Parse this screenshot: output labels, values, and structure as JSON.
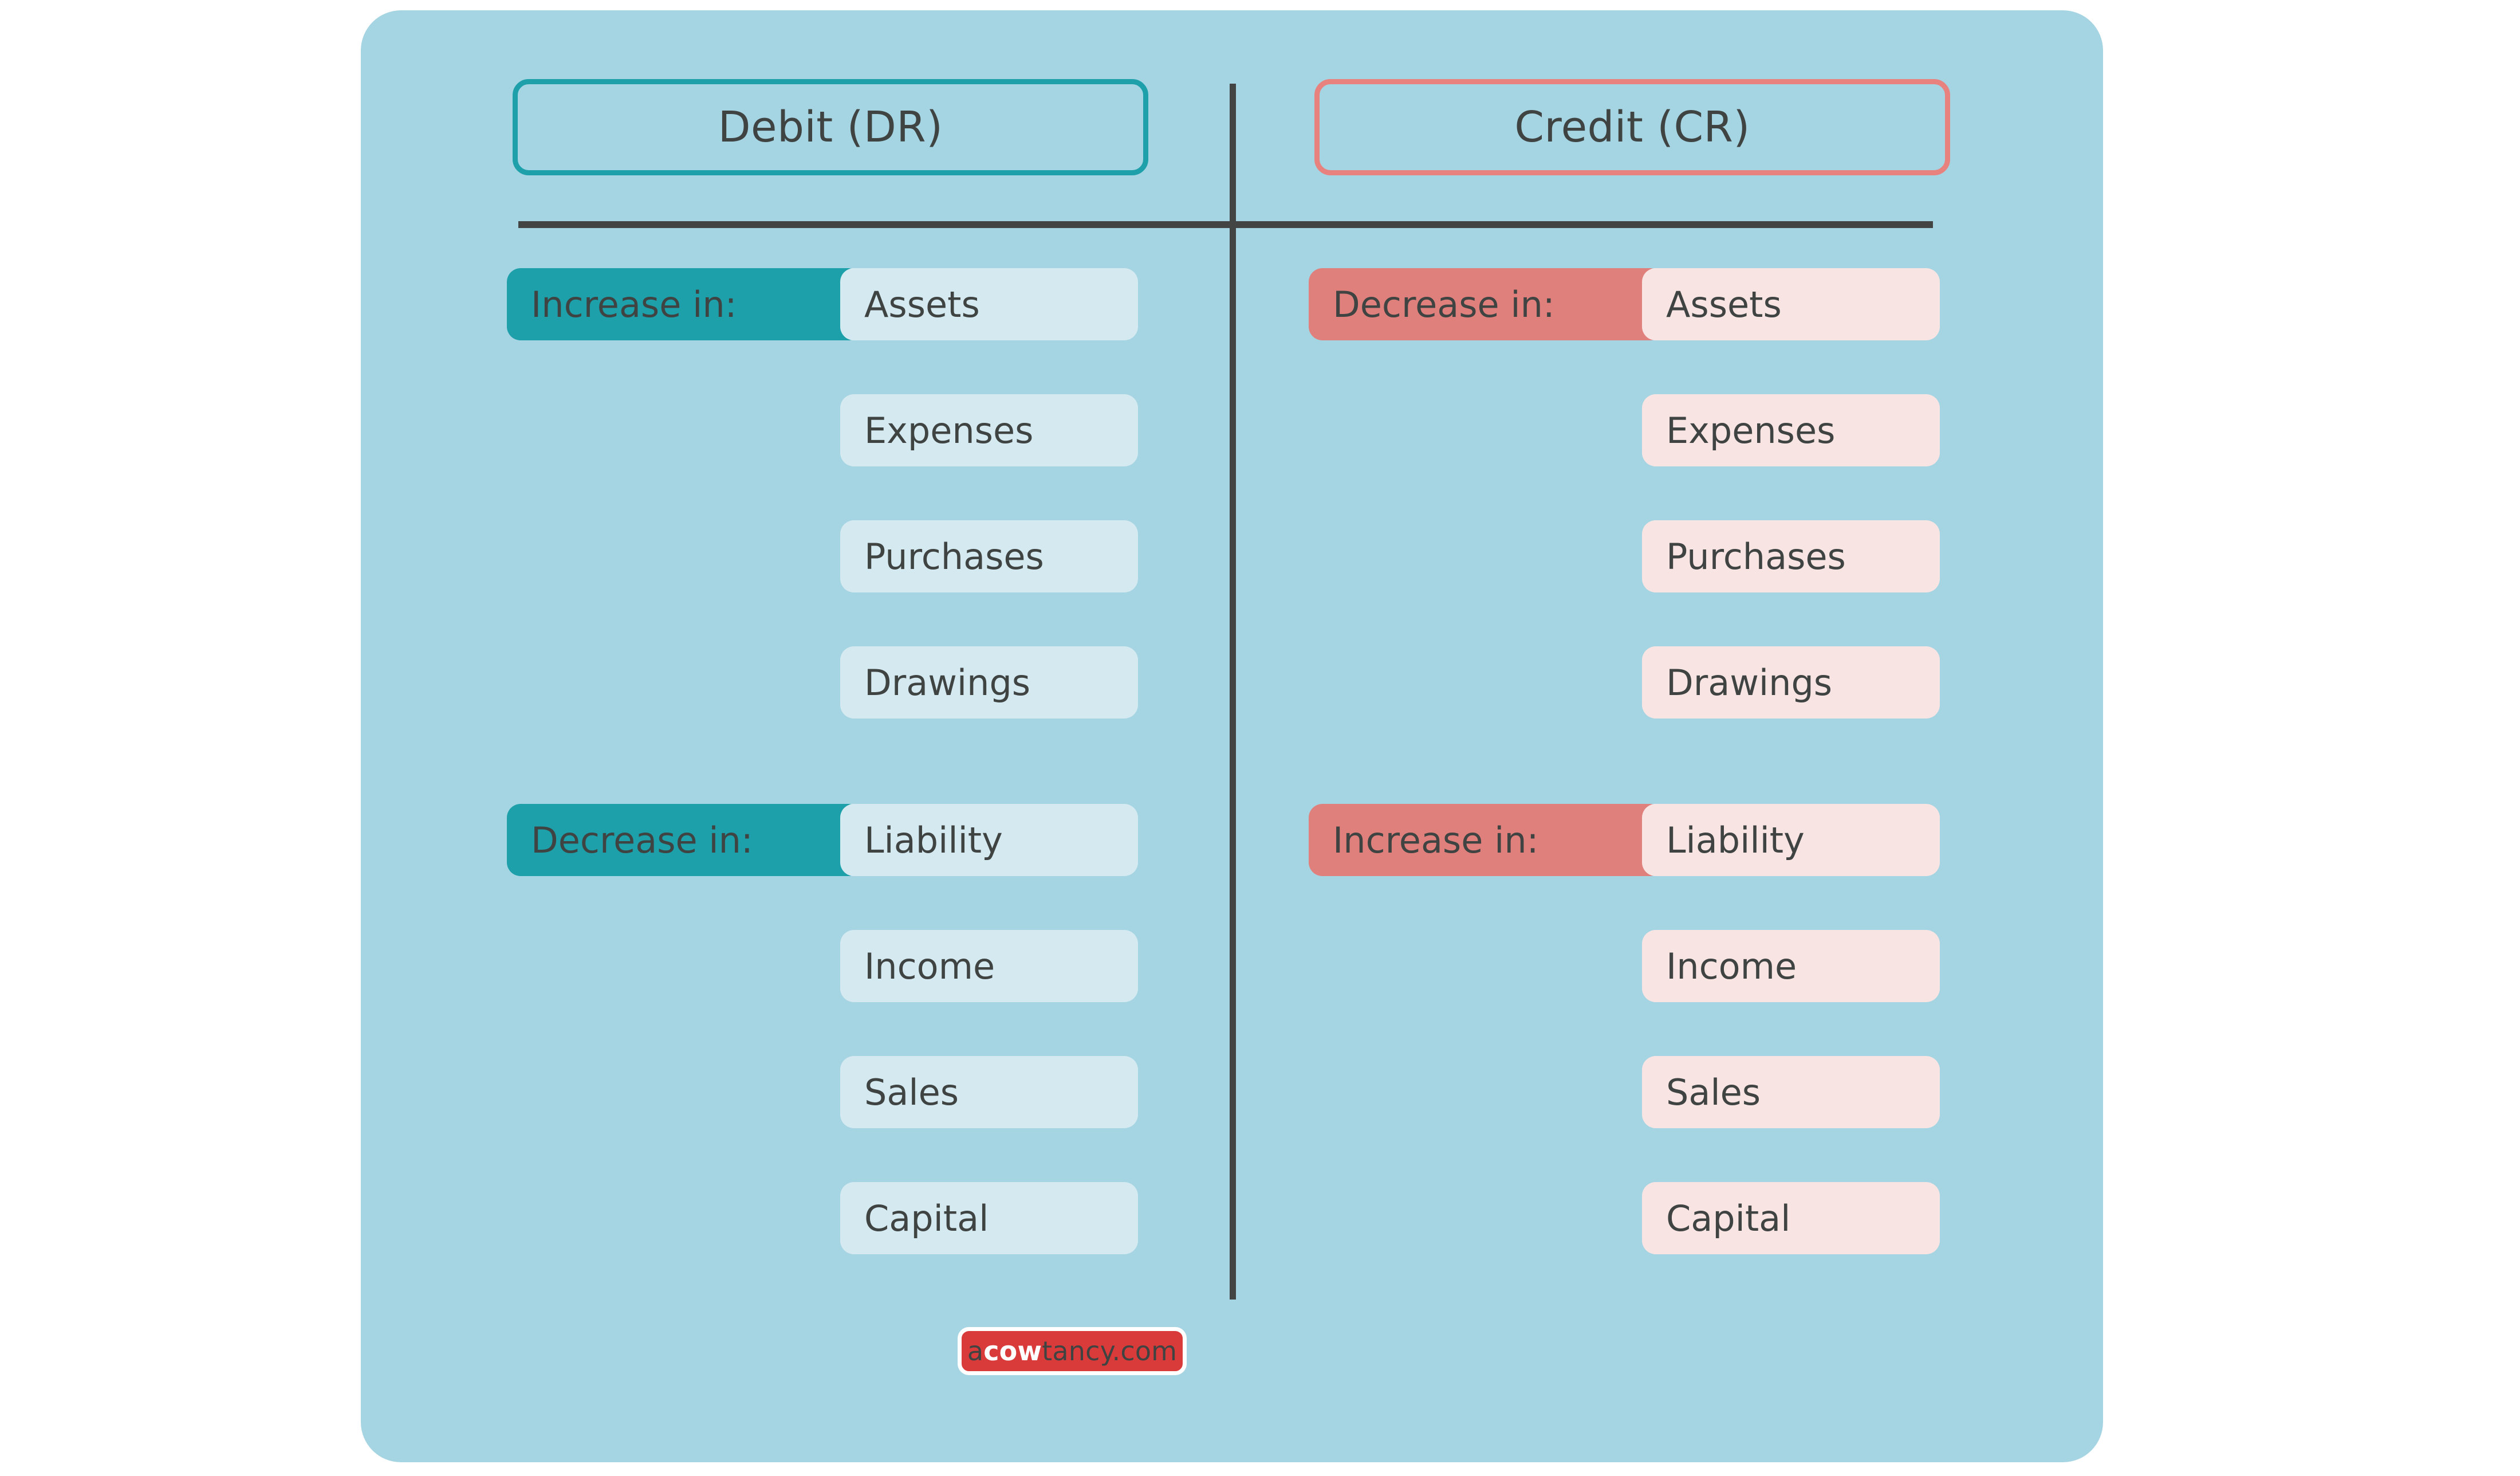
{
  "card": {
    "background_color": "#a5d4e2",
    "headers": {
      "debit": "Debit (DR)",
      "credit": "Credit (CR)"
    },
    "colors": {
      "debit_accent": "#1ea0ab",
      "credit_accent": "#e8827e",
      "debit_item_bg": "#d4e9f0",
      "credit_item_bg": "#f8e5e3",
      "rule": "#424544",
      "text": "#3f4443",
      "logo_bg": "#d93a3a"
    }
  },
  "debit_column": {
    "groups": [
      {
        "label": "Increase in:",
        "items": [
          "Assets",
          "Expenses",
          "Purchases",
          "Drawings"
        ]
      },
      {
        "label": "Decrease in:",
        "items": [
          "Liability",
          "Income",
          "Sales",
          "Capital"
        ]
      }
    ]
  },
  "credit_column": {
    "groups": [
      {
        "label": "Decrease in:",
        "items": [
          "Assets",
          "Expenses",
          "Purchases",
          "Drawings"
        ]
      },
      {
        "label": "Increase in:",
        "items": [
          "Liability",
          "Income",
          "Sales",
          "Capital"
        ]
      }
    ]
  },
  "logo": {
    "prefix": "a",
    "highlight": "cow",
    "suffix": "tancy.com"
  }
}
